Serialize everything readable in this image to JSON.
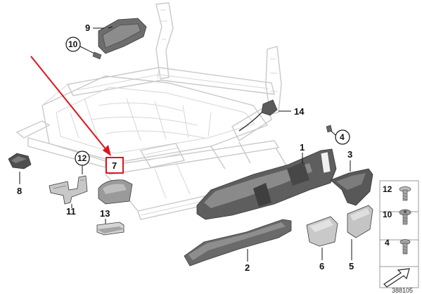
{
  "diagram": {
    "accent_color": "#e0141e",
    "highlighted_label": "7",
    "labels": {
      "p1": "1",
      "p2": "2",
      "p3": "3",
      "p4": "4",
      "p5": "5",
      "p6": "6",
      "p7": "7",
      "p8": "8",
      "p9": "9",
      "p10": "10",
      "p11": "11",
      "p12": "12",
      "p13": "13",
      "p14": "14"
    },
    "fastener_panel": {
      "items": [
        "12",
        "10",
        "4"
      ]
    },
    "catalog_number": "388105"
  }
}
